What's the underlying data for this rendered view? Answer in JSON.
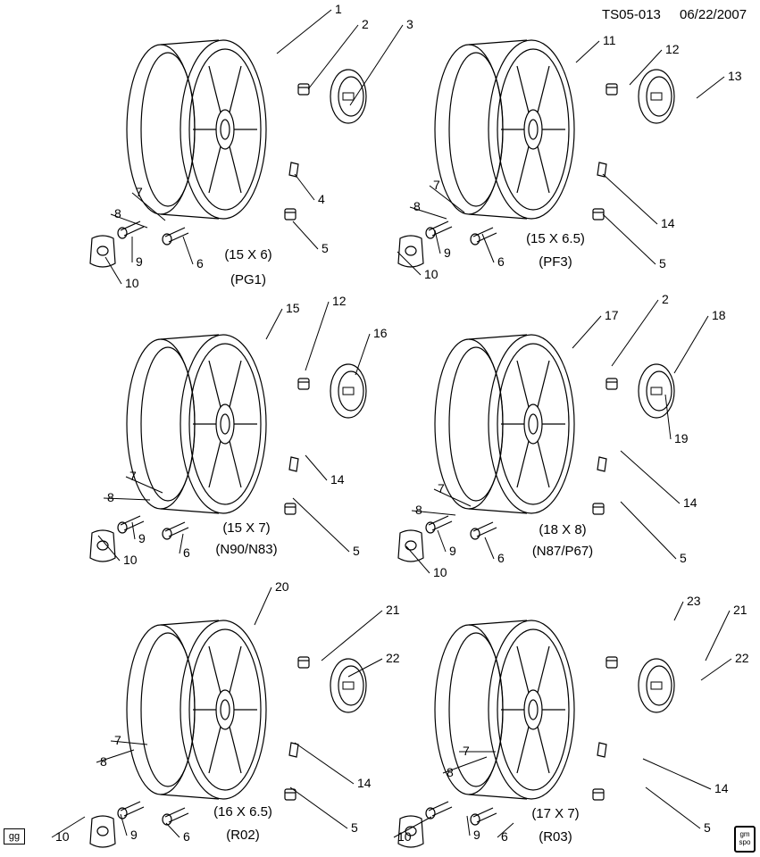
{
  "header": {
    "doc_id": "TS05-013",
    "date": "06/22/2007"
  },
  "footer": {
    "tag": "gg",
    "logo_text": "gm spo"
  },
  "panels": [
    {
      "size": "(15 X 6)",
      "option": "(PG1)",
      "callouts": [
        "1",
        "2",
        "3",
        "4",
        "5",
        "6",
        "7",
        "8",
        "9",
        "10"
      ]
    },
    {
      "size": "(15 X 6.5)",
      "option": "(PF3)",
      "callouts": [
        "11",
        "12",
        "13",
        "14",
        "5",
        "6",
        "7",
        "8",
        "9",
        "10"
      ]
    },
    {
      "size": "(15 X 7)",
      "option": "(N90/N83)",
      "callouts": [
        "15",
        "12",
        "16",
        "14",
        "5",
        "6",
        "7",
        "8",
        "9",
        "10"
      ]
    },
    {
      "size": "(18 X 8)",
      "option": "(N87/P67)",
      "callouts": [
        "17",
        "2",
        "18",
        "19",
        "14",
        "5",
        "6",
        "7",
        "8",
        "9",
        "10"
      ]
    },
    {
      "size": "(16 X 6.5)",
      "option": "(R02)",
      "callouts": [
        "20",
        "21",
        "22",
        "14",
        "5",
        "6",
        "7",
        "8",
        "9",
        "10"
      ]
    },
    {
      "size": "(17 X 7)",
      "option": "(R03)",
      "callouts": [
        "23",
        "21",
        "22",
        "14",
        "5",
        "6",
        "7",
        "8",
        "9",
        "10"
      ]
    }
  ],
  "icons": {
    "wheel": "wheel-icon",
    "center_cap": "center-cap-icon",
    "lug_nut": "lug-nut-icon",
    "balance_weight": "balance-weight-icon",
    "valve_stem": "valve-stem-icon",
    "tpms_sensor": "tpms-sensor-icon"
  }
}
